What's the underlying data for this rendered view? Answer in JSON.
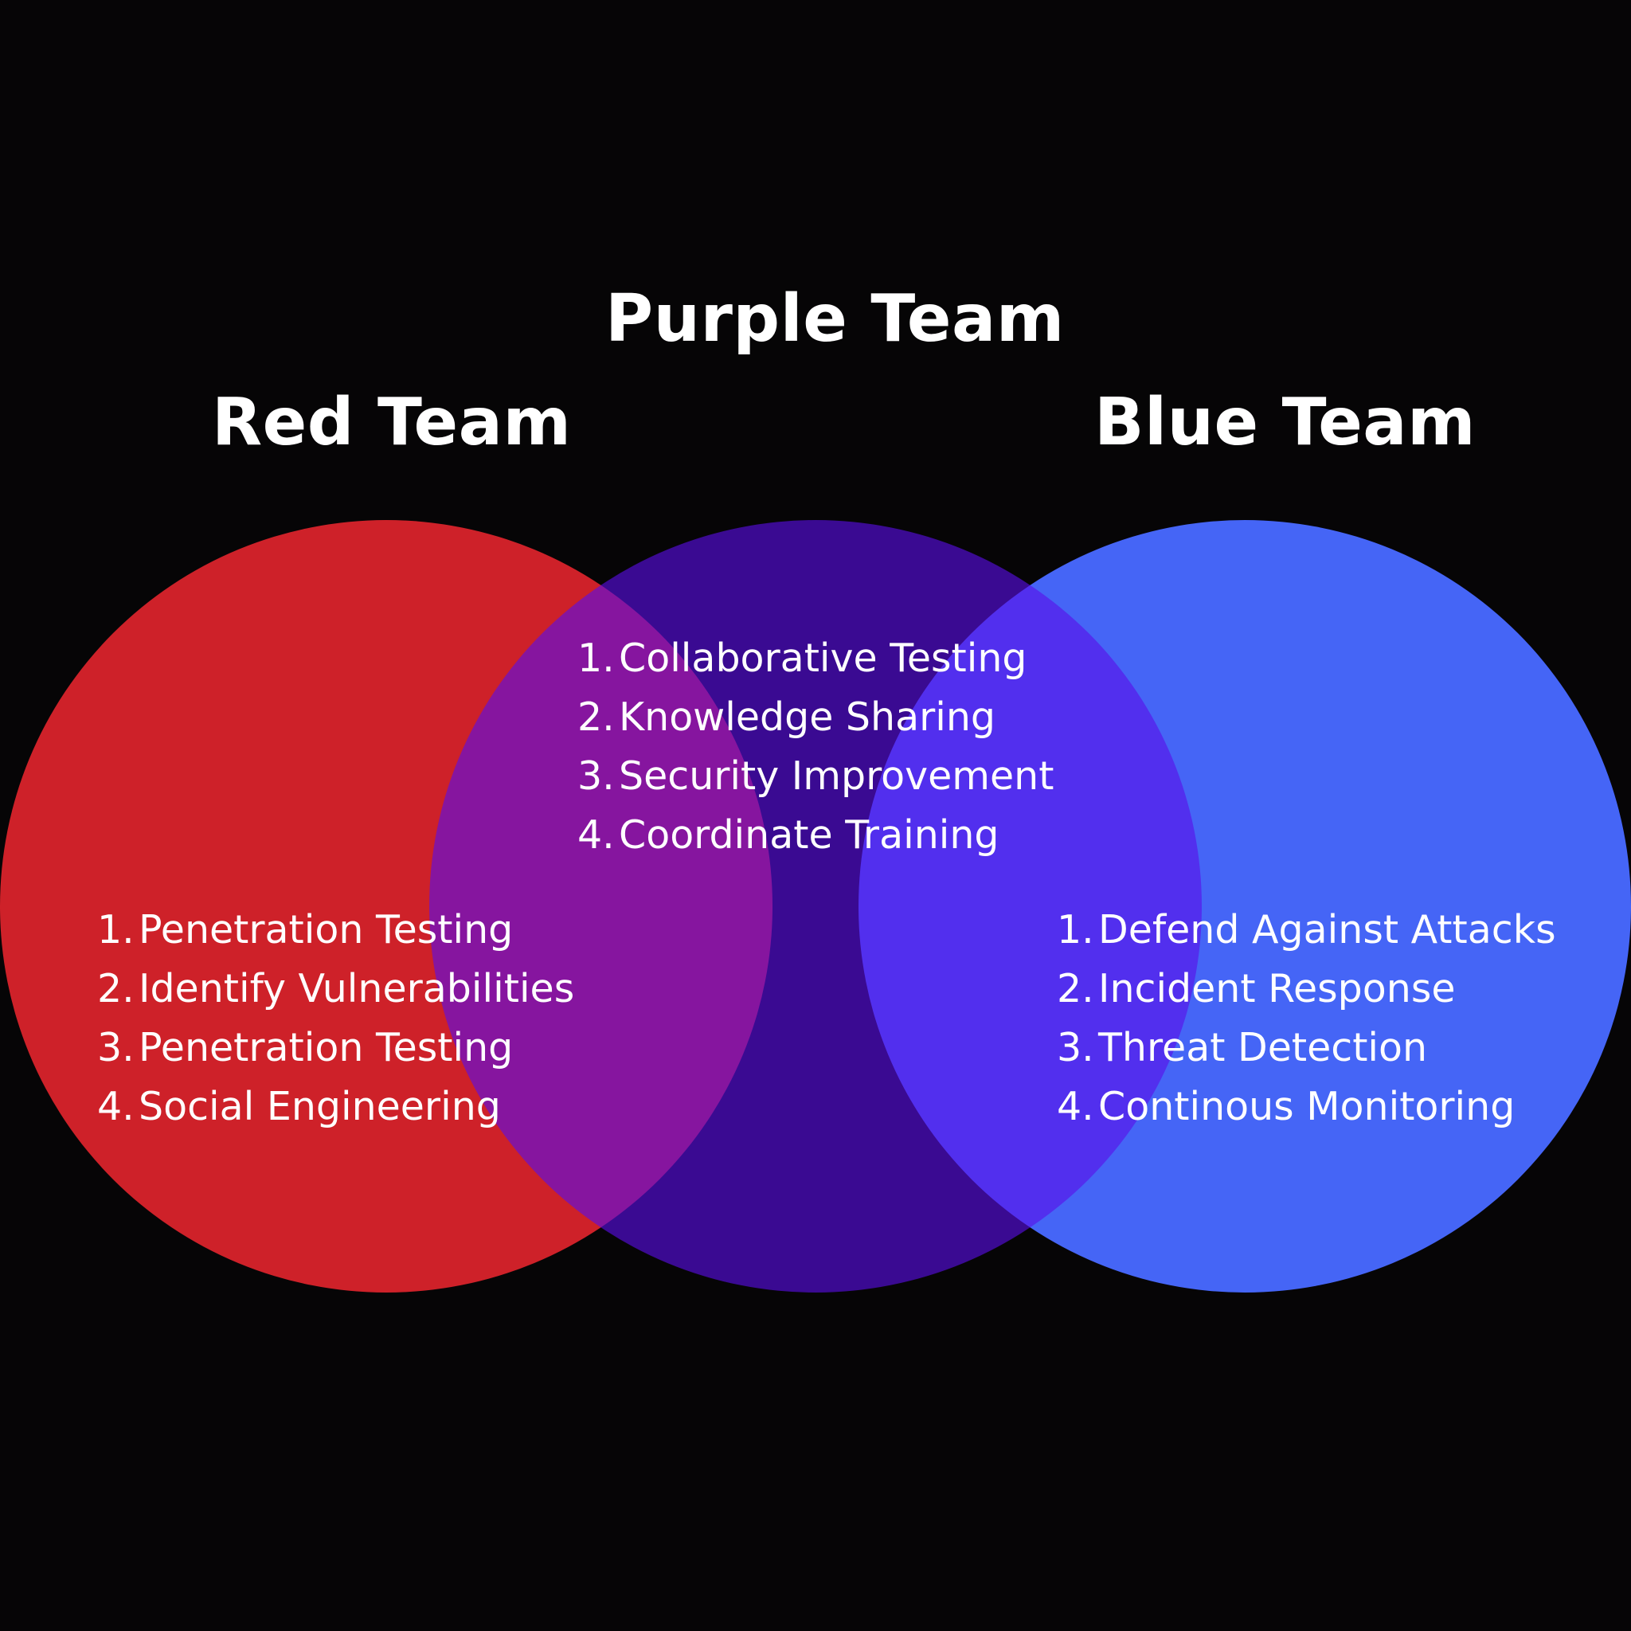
{
  "colors": {
    "background": "#060506",
    "red": "#d4222a",
    "purple": "#5a0fe8",
    "blue": "#4768fe",
    "text": "#ffffff"
  },
  "purple_team": {
    "title": "Purple Team",
    "items": [
      {
        "num": "1.",
        "text": "Collaborative Testing"
      },
      {
        "num": "2.",
        "text": "Knowledge Sharing"
      },
      {
        "num": "3.",
        "text": "Security Improvement"
      },
      {
        "num": "4.",
        "text": "Coordinate Training"
      }
    ]
  },
  "red_team": {
    "title": "Red Team",
    "items": [
      {
        "num": "1.",
        "text": "Penetration Testing"
      },
      {
        "num": "2.",
        "text": "Identify Vulnerabilities"
      },
      {
        "num": "3.",
        "text": "Penetration Testing"
      },
      {
        "num": "4.",
        "text": "Social Engineering"
      }
    ]
  },
  "blue_team": {
    "title": "Blue Team",
    "items": [
      {
        "num": "1.",
        "text": "Defend Against Attacks"
      },
      {
        "num": "2.",
        "text": "Incident Response"
      },
      {
        "num": "3.",
        "text": "Threat Detection"
      },
      {
        "num": "4.",
        "text": "Continous Monitoring"
      }
    ]
  }
}
